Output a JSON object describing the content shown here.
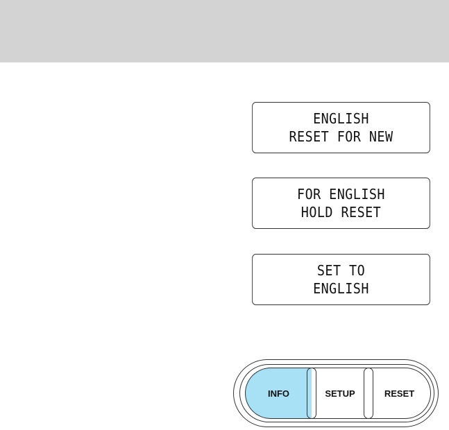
{
  "displays": [
    {
      "line1": "ENGLISH",
      "line2": "RESET FOR NEW"
    },
    {
      "line1": "FOR ENGLISH",
      "line2": "HOLD RESET"
    },
    {
      "line1": "SET TO",
      "line2": "ENGLISH"
    }
  ],
  "buttons": {
    "info": "INFO",
    "setup": "SETUP",
    "reset": "RESET"
  },
  "colors": {
    "header_band": "#d3d3d3",
    "info_highlight": "#a8e0f6"
  }
}
